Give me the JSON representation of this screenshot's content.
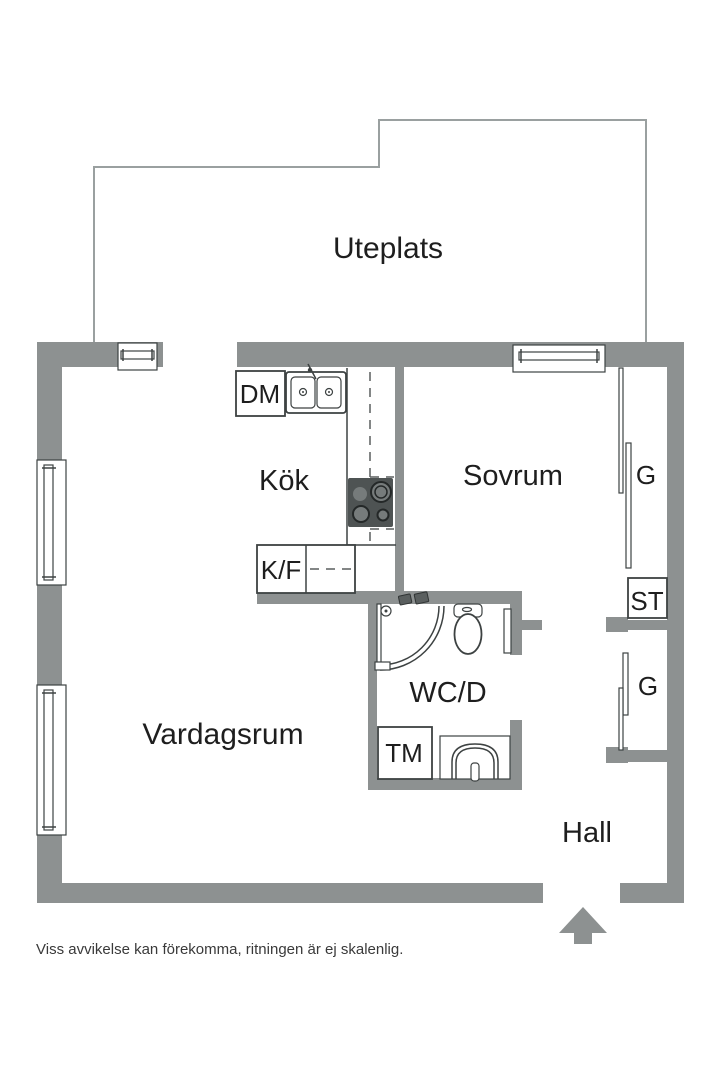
{
  "floor_plan": {
    "labels": {
      "uteplats": "Uteplats",
      "kok": "Kök",
      "sovrum": "Sovrum",
      "vardagsrum": "Vardagsrum",
      "wc": "WC/D",
      "hall": "Hall",
      "dishwasher": "DM",
      "fridge_freezer": "K/F",
      "washing_machine": "TM",
      "cleaning_closet": "ST",
      "wardrobe_sovrum": "G",
      "wardrobe_hall": "G"
    },
    "disclaimer": "Viss avvikelse kan förekomma, ritningen är ej skalenlig.",
    "colors": {
      "wall": "#8d9191",
      "outline": "#3d4242",
      "text": "#1e1e1e",
      "patio_line": "#9aa0a0",
      "background": "#ffffff"
    }
  }
}
